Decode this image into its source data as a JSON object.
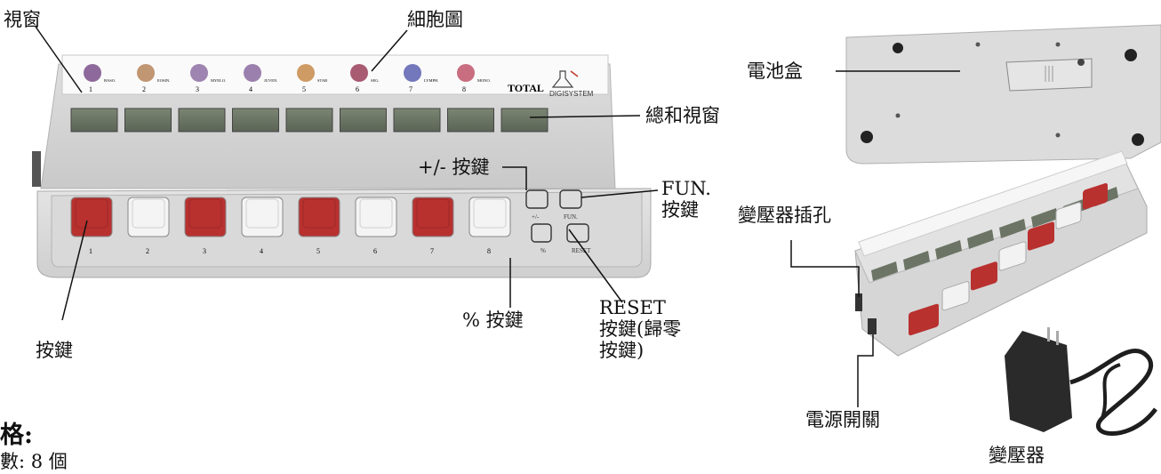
{
  "callouts": {
    "window": "視窗",
    "cell_chart": "細胞圖",
    "sum_window": "總和視窗",
    "plusminus_key": "+/- 按鍵",
    "fun_key": [
      "FUN.",
      "按鍵"
    ],
    "reset_key": [
      "RESET",
      "按鍵(歸零",
      "按鍵)"
    ],
    "percent_key": "% 按鍵",
    "key": "按鍵",
    "battery_box": "電池盒",
    "adapter_jack": "變壓器插孔",
    "power_switch": "電源開關",
    "adapter": "變壓器"
  },
  "device": {
    "cells": [
      {
        "num": "1",
        "name": "BASO."
      },
      {
        "num": "2",
        "name": "EOSIN."
      },
      {
        "num": "3",
        "name": "MYELO."
      },
      {
        "num": "4",
        "name": "JUVEN."
      },
      {
        "num": "5",
        "name": "STAB"
      },
      {
        "num": "6",
        "name": "SEG."
      },
      {
        "num": "7",
        "name": "LYMPH."
      },
      {
        "num": "8",
        "name": "MONO."
      }
    ],
    "total_label": "TOTAL",
    "brand": "DIGISYSTEM",
    "keys": [
      {
        "num": "1",
        "color": "#b8312f"
      },
      {
        "num": "2",
        "color": "#f4f4f4"
      },
      {
        "num": "3",
        "color": "#b8312f"
      },
      {
        "num": "4",
        "color": "#f4f4f4"
      },
      {
        "num": "5",
        "color": "#b8312f"
      },
      {
        "num": "6",
        "color": "#f4f4f4"
      },
      {
        "num": "7",
        "color": "#b8312f"
      },
      {
        "num": "8",
        "color": "#f4f4f4"
      }
    ],
    "fn_keys": {
      "plusminus": "+/-",
      "fun": "FUN.",
      "percent": "%",
      "reset": "RESET"
    }
  },
  "spec": {
    "title": "格:",
    "line": "數: 8 個"
  }
}
